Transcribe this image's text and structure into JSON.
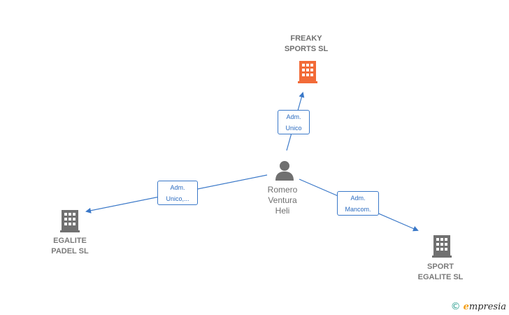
{
  "colors": {
    "edge": "#3a78c8",
    "company_focus": "#f26b38",
    "company": "#707070",
    "person": "#707070"
  },
  "nodes": {
    "freaky": {
      "label": "FREAKY\nSPORTS  SL",
      "icon": "building-icon"
    },
    "person": {
      "label": "Romero\nVentura\nHeli",
      "icon": "person-icon"
    },
    "egalite_padel": {
      "label": "EGALITE\nPADEL SL",
      "icon": "building-icon"
    },
    "sport_egalite": {
      "label": "SPORT\nEGALITE  SL",
      "icon": "building-icon"
    }
  },
  "edges": {
    "to_freaky": {
      "label": "Adm.\nUnico"
    },
    "to_padel": {
      "label": "Adm.\nUnico,..."
    },
    "to_sport": {
      "label": "Adm.\nMancom."
    }
  },
  "brand": {
    "copyright": "©",
    "initial": "e",
    "name": "mpresia"
  }
}
